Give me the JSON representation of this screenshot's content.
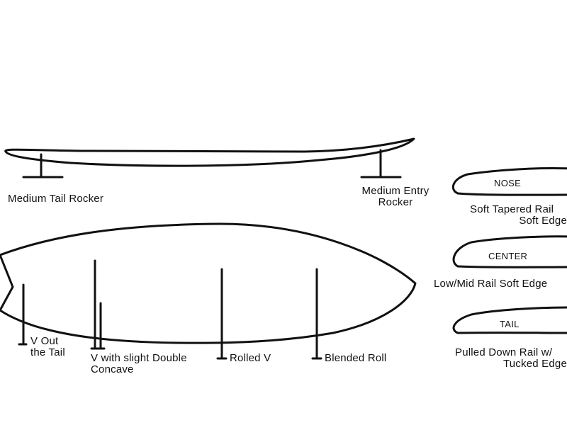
{
  "colors": {
    "line": "#111111",
    "background": "#ffffff"
  },
  "rocker": {
    "tail_label": "Medium Tail Rocker",
    "entry_label": [
      "Medium Entry",
      "Rocker"
    ]
  },
  "bottom": {
    "tail_v": [
      "V Out",
      "the Tail"
    ],
    "double_concave": [
      "V with slight Double",
      "Concave"
    ],
    "rolled_v": "Rolled V",
    "blended_roll": "Blended Roll"
  },
  "rails": {
    "nose": {
      "name": "NOSE",
      "desc": [
        "Soft Tapered Rail",
        "Soft Edge"
      ]
    },
    "center": {
      "name": "CENTER",
      "desc": [
        "Low/Mid Rail Soft Edge"
      ]
    },
    "tail": {
      "name": "TAIL",
      "desc": [
        "Pulled Down Rail w/",
        "Tucked Edge"
      ]
    }
  }
}
